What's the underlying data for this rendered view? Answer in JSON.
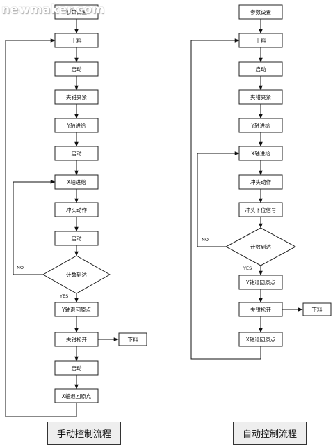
{
  "watermark": "newmaker.com",
  "left_chart": {
    "caption": "手动控制流程",
    "steps": [
      "参数设置",
      "上料",
      "启动",
      "夹钳夹紧",
      "Y轴进给",
      "启动",
      "X轴进给",
      "冲头动作",
      "启动",
      "计数到达",
      "Y轴退回原点",
      "夹钳松开",
      "启动",
      "X轴退回原点"
    ],
    "side_box": "下料",
    "no_label": "NO",
    "yes_label": "YES"
  },
  "right_chart": {
    "caption": "自动控制流程",
    "steps": [
      "参数设置",
      "上料",
      "启动",
      "夹钳夹紧",
      "Y轴进给",
      "X轴进给",
      "冲头动作",
      "冲头下位信号",
      "计数到达",
      "Y轴退回原点",
      "夹钳松开",
      "X轴退回原点"
    ],
    "side_box": "下料",
    "no_label": "NO",
    "yes_label": "YES"
  },
  "colors": {
    "line": "#111111",
    "box_border": "#222222",
    "caption_bg": "#eeeeee"
  }
}
